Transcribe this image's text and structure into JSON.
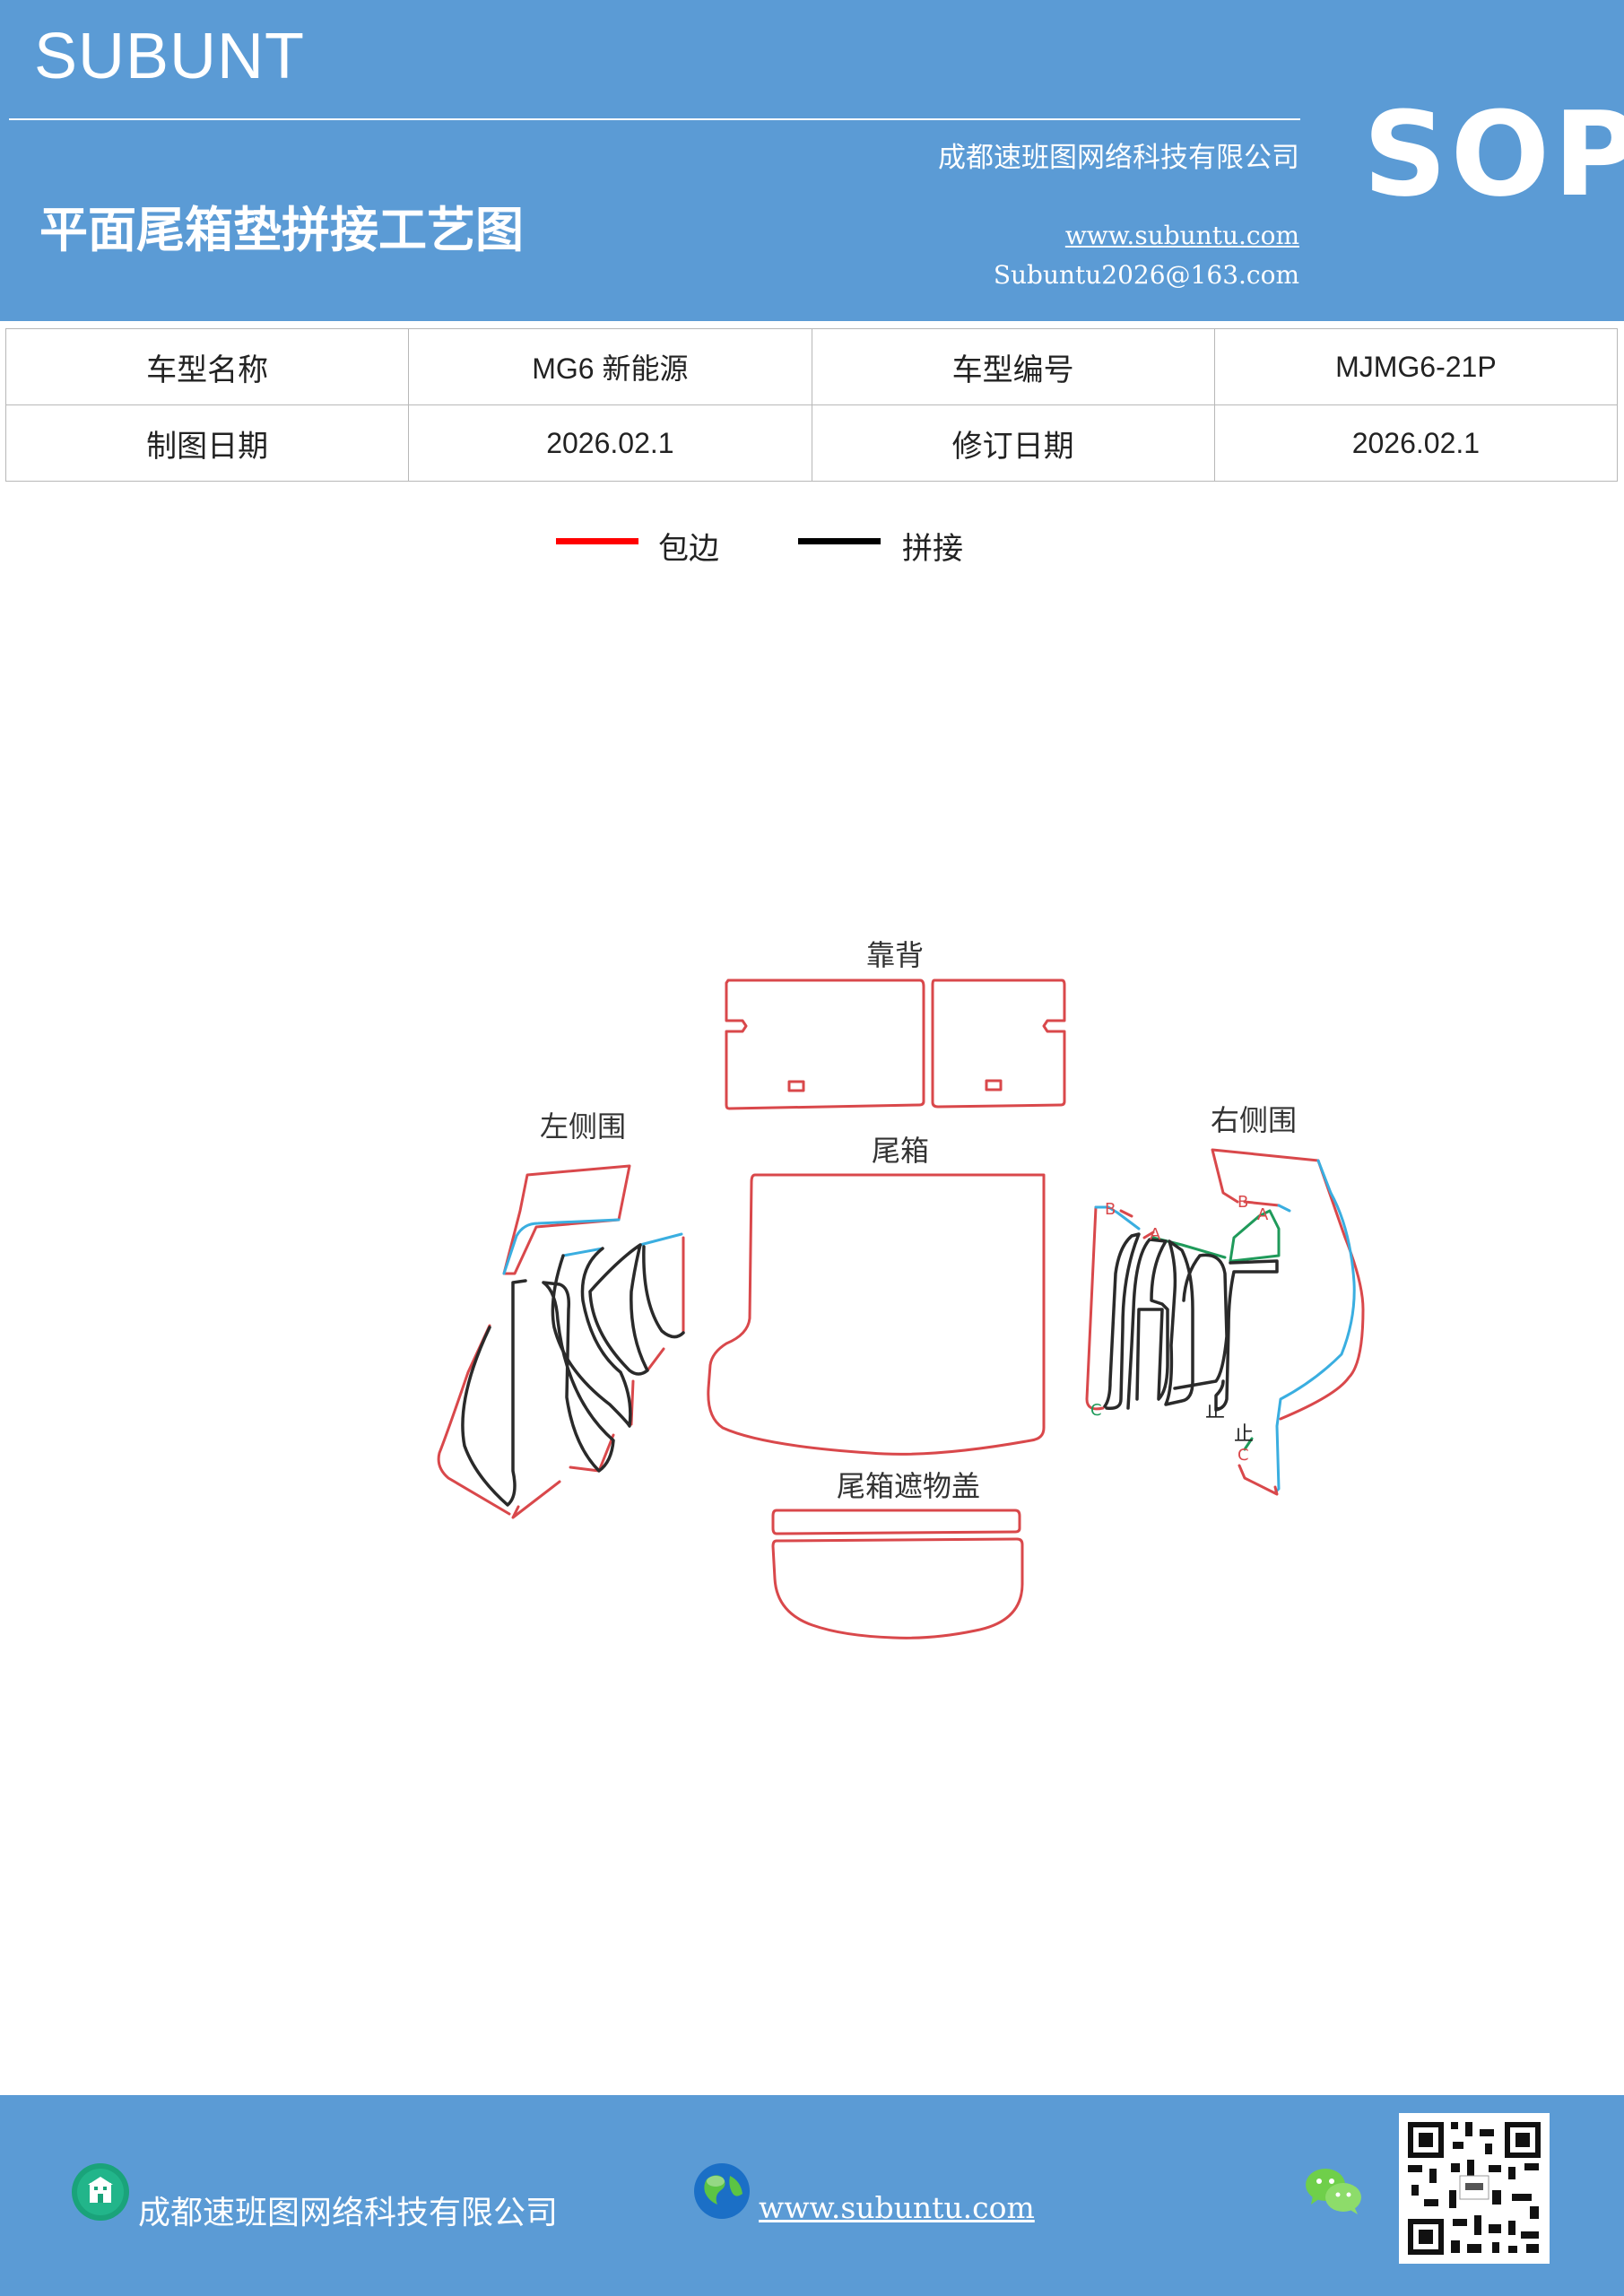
{
  "header": {
    "brand": "SUBUNT",
    "doc_title": "平面尾箱垫拼接工艺图",
    "company": "成都速班图网络科技有限公司",
    "website": "www.subuntu.com",
    "email": "Subuntu2026@163.com",
    "badge": "SOP"
  },
  "info_table": {
    "row1": {
      "label1": "车型名称",
      "value1": "MG6 新能源",
      "label2": "车型编号",
      "value2": "MJMG6-21P"
    },
    "row2": {
      "label1": "制图日期",
      "value1": "2026.02.1",
      "label2": "修订日期",
      "value2": "2026.02.1"
    }
  },
  "legend": {
    "items": [
      {
        "label": "包边",
        "color": "#ff0000"
      },
      {
        "label": "拼接",
        "color": "#000000"
      }
    ]
  },
  "diagram": {
    "parts": {
      "backrest": "靠背",
      "left_side": "左侧围",
      "trunk": "尾箱",
      "right_side": "右侧围",
      "trunk_cover": "尾箱遮物盖"
    },
    "markers": {
      "b": "B",
      "a": "A",
      "c": "C",
      "stop": "止"
    },
    "colors": {
      "edge": "#d9484b",
      "seam": "#2a2a2a",
      "blue": "#3aaee0",
      "green": "#1f9a5a"
    }
  },
  "footer": {
    "company": "成都速班图网络科技有限公司",
    "website": "www.subuntu.com"
  }
}
